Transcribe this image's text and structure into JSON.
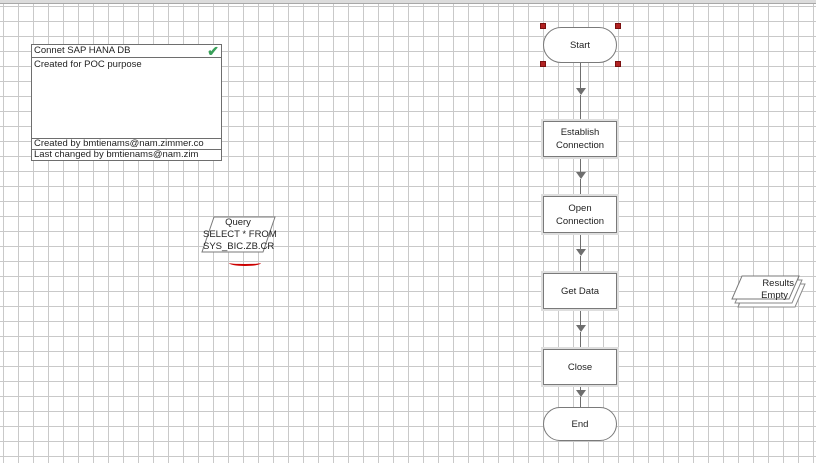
{
  "annotation": {
    "title": "Connet SAP HANA DB",
    "description": "Created for POC purpose",
    "created_by": "Created  by bmtienams@nam.zimmer.co",
    "last_changed_by": "Last changed  by bmtienams@nam.zim",
    "check_icon": "checkmark-icon",
    "check_color": "#3aa05a"
  },
  "query_node": {
    "line1": "Query",
    "line2": "SELECT * FROM",
    "line3": "SYS_BIC.ZB.CR"
  },
  "flow_nodes": [
    {
      "label": "Start"
    },
    {
      "label": "Establish Connection"
    },
    {
      "label": "Open Connection"
    },
    {
      "label": "Get Data"
    },
    {
      "label": "Close"
    },
    {
      "label": "End"
    }
  ],
  "results_node": {
    "line1": "Results",
    "line2": "Empty"
  },
  "colors": {
    "grid": "#c9c9c9",
    "selection_handle": "#b22222",
    "spellcheck_underline": "#cc0000"
  }
}
